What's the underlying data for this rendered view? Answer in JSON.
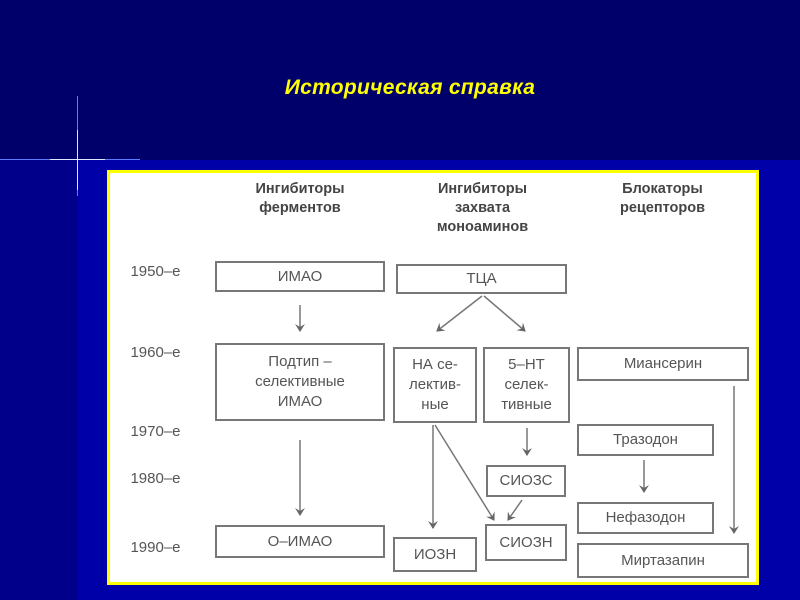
{
  "title": "Историческая справка",
  "columns": [
    "Ингибиторы ферментов",
    "Ингибиторы захвата моноаминов",
    "Блокаторы рецепторов"
  ],
  "column_lines": [
    [
      "Ингибиторы",
      "ферментов"
    ],
    [
      "Ингибиторы",
      "захвата",
      "моноаминов"
    ],
    [
      "Блокаторы",
      "рецепторов"
    ]
  ],
  "decades": [
    "1950–е",
    "1960–е",
    "1970–е",
    "1980–е",
    "1990–е"
  ],
  "boxes": {
    "imao": "ИМАО",
    "tca": "ТЦА",
    "subtype": [
      "Подтип –",
      "селективные",
      "ИМАО"
    ],
    "na": [
      "НА се-",
      "лектив-",
      "ные"
    ],
    "ht": [
      "5–НТ",
      "селек-",
      "тивные"
    ],
    "mianserin": "Миансерин",
    "trazodone": "Тразодон",
    "sioss": "СИОЗС",
    "nefazodone": "Нефазодон",
    "oimao": "О–ИМАО",
    "iozn": "ИОЗН",
    "siozn": "СИОЗН",
    "mirtazapine": "Миртазапин"
  },
  "colors": {
    "title": "#ffff00",
    "background": "#00006a",
    "panel_border": "#ffff00"
  }
}
